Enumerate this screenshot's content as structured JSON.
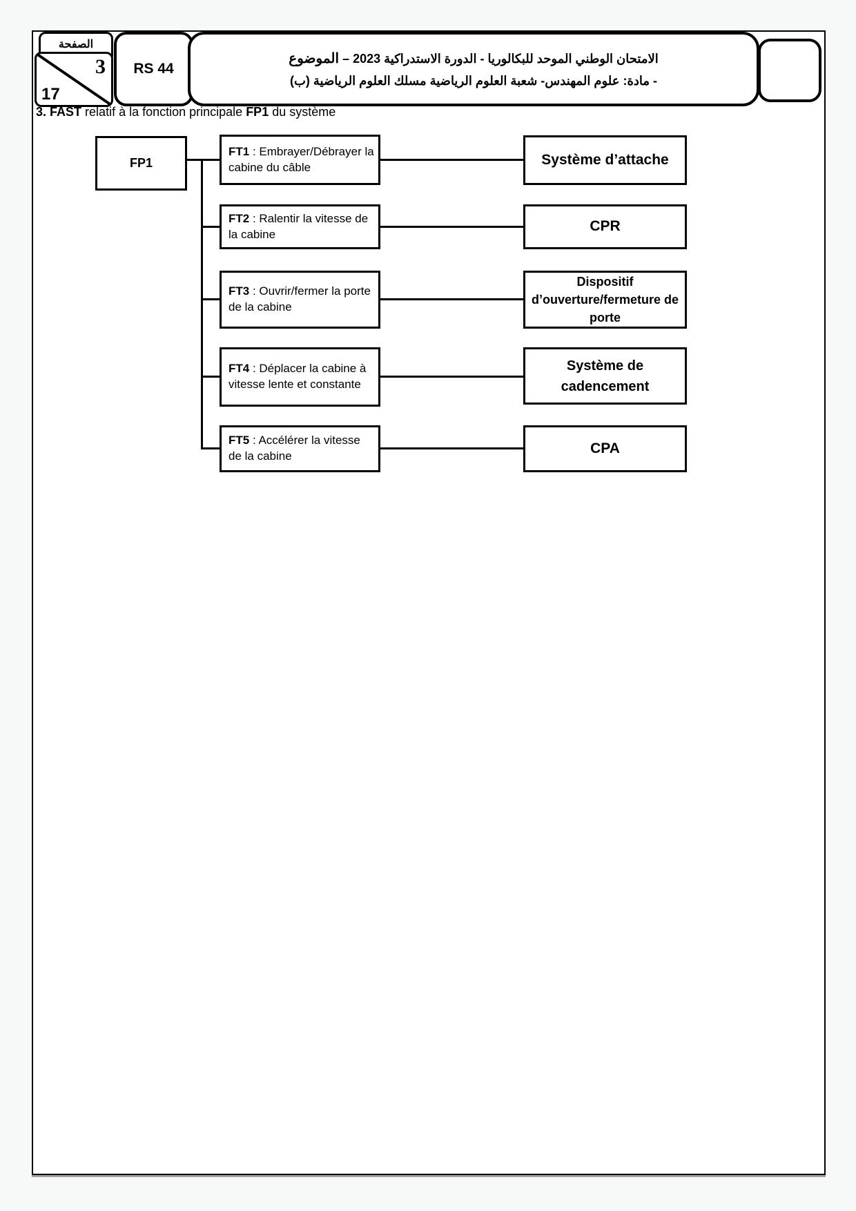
{
  "header": {
    "page_widget": {
      "label": "الصفحة",
      "current": "3",
      "total": "17"
    },
    "code": "RS 44",
    "title_line1": "الامتحان الوطني الموحد للبكالوريا - الدورة الاستدراكية 2023 –",
    "title_logo": "الموضوع",
    "title_line2": "- مادة: علوم المهندس- شعبة العلوم الرياضية مسلك العلوم الرياضية (ب)"
  },
  "section_title": {
    "num": "3.",
    "fast": "FAST",
    "mid": " relatif à la fonction principale ",
    "fp1": "FP1",
    "tail": " du système"
  },
  "diagram": {
    "root": "FP1",
    "rows": [
      {
        "ft": "FT1",
        "desc": " : Embrayer/Débrayer la cabine du câble",
        "solution": "Système d’attache"
      },
      {
        "ft": "FT2",
        "desc": " : Ralentir la vitesse de la cabine",
        "solution": "CPR"
      },
      {
        "ft": "FT3",
        "desc": " : Ouvrir/fermer la porte de la cabine",
        "solution": "Dispositif d’ouverture/fermeture de porte"
      },
      {
        "ft": "FT4",
        "desc": " : Déplacer la cabine à vitesse lente et constante",
        "solution": "Système de cadencement"
      },
      {
        "ft": "FT5",
        "desc": " : Accélérer la vitesse de la cabine",
        "solution": "CPA"
      }
    ]
  },
  "colors": {
    "ink": "#000000",
    "paper": "#ffffff",
    "margin_bg": "#f7f8f8"
  }
}
